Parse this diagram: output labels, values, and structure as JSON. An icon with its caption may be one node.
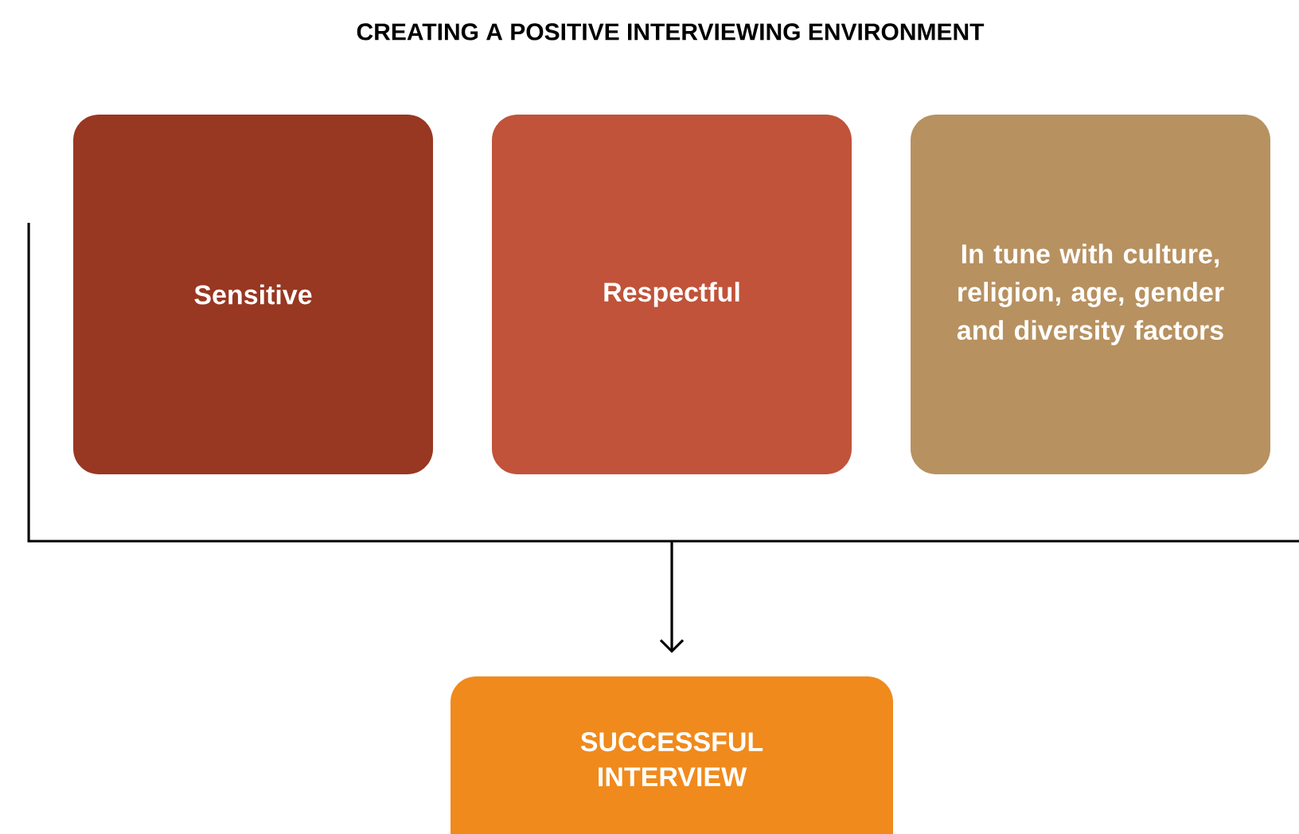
{
  "diagram": {
    "title": "CREATING A POSITIVE INTERVIEWING ENVIRONMENT",
    "nodes": [
      {
        "text": [
          "Sensitive"
        ]
      },
      {
        "text": [
          "Respectful"
        ]
      },
      {
        "text": [
          "In tune with culture, religion, age, gender and diversity factors"
        ]
      },
      {
        "text": [
          "SUCCESSFUL INTERVIEW"
        ]
      }
    ],
    "edges": [
      {
        "from": null,
        "to": 3,
        "arrow": "to"
      }
    ]
  }
}
